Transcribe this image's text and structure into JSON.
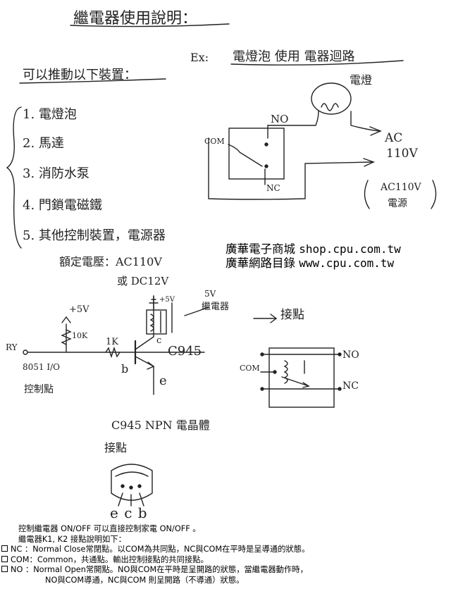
{
  "doc": {
    "title": "繼電器使用說明：",
    "example_prefix": "Ex:",
    "example_text": "電燈泡 使用 電器迴路",
    "intro": "可以推動以下裝置：",
    "devices": [
      "1. 電燈泡",
      "2. 馬達",
      "3. 消防水泵",
      "4. 門鎖電磁鐵",
      "5. 其他控制裝置，電源器"
    ],
    "spec_line1": "額定電壓：AC110V",
    "spec_line2": "或 DC12V",
    "lamp_label": "電燈",
    "ac_label": "AC",
    "ac_volt": "110V",
    "ac_source_line1": "AC110V",
    "ac_source_line2": "電源",
    "no_label": "NO",
    "nc_label": "NC",
    "com_label": "COM",
    "relay_5v": "5V",
    "relay_label": "繼電器",
    "contacts_label": "接點",
    "plus5v_a": "+5V",
    "plus5v_b": "+5V",
    "r1": "10K",
    "r2": "1K",
    "ry_label": "RY",
    "ctrl_label_1": "8051 I/O",
    "ctrl_label_2": "控制點",
    "c_label": "c",
    "b_label": "b",
    "e_label": "e",
    "part_no": "C945",
    "transistor_caption": "C945 NPN 電晶體",
    "pins_label": "接點",
    "pins": "e c b"
  },
  "stamp": {
    "line1_cn": "廣華電子商城",
    "line1_url": "shop.cpu.com.tw",
    "line2_cn": "廣華網路目錄",
    "line2_url": "www.cpu.com.tw"
  },
  "notes": {
    "line1": "控制繼電器 ON/OFF 可以直接控制家電 ON/OFF 。",
    "line2": "繼電器K1, K2 接點說明如下：",
    "nc": "NC ：Normal Close常閉點。以COM為共同點，NC與COM在平時是呈導通的狀態。",
    "com": "COM：Common，共通點。輸出控制接點的共同接點。",
    "no": "NO ：Normal Open常開點。NO與COM在平時是呈開路的狀態，當繼電器動作時，",
    "no_cont": "NO與COM導通，NC與COM 則呈開路（不導通）狀態。"
  }
}
